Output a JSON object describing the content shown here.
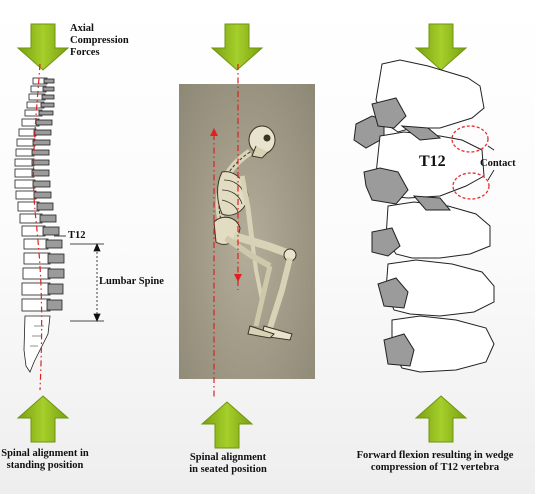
{
  "colors": {
    "arrow_green": "#96c11f",
    "arrow_green_dark": "#6f9410",
    "dashed_red": "#e02020",
    "vertebra_gray": "#9b9b9b",
    "contact_circle": "#e53030",
    "photo_bg": "#a29c88"
  },
  "panel_left": {
    "top_label": "Axial\nCompression\nForces",
    "t12_label": "T12",
    "lumbar_label": "Lumbar Spine",
    "bottom_label": "Spinal alignment in\nstanding position"
  },
  "panel_middle": {
    "bottom_label": "Spinal alignment\nin seated position"
  },
  "panel_right": {
    "t12_label": "T12",
    "contact_label": "Contact",
    "bottom_label": "Forward flexion resulting in wedge\ncompression of T12 vertebra"
  },
  "icons": [
    "down-arrow-icon",
    "up-arrow-icon"
  ]
}
